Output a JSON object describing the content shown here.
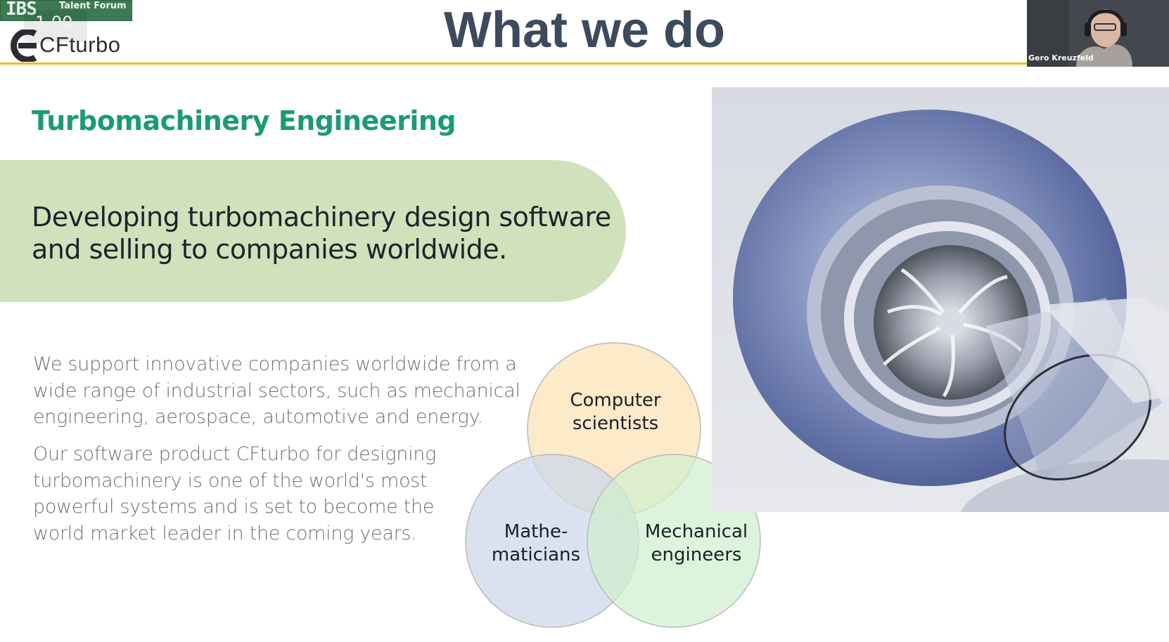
{
  "overlay": {
    "ibs_logo_text": "IBS",
    "ibs_subtitle": "Talent Forum",
    "zoom_level": "1.00"
  },
  "header": {
    "logo_text": "CFturbo",
    "title": "What we do"
  },
  "webcam": {
    "participant_name": "Gero Kreuzfeld"
  },
  "content": {
    "section_heading": "Turbomachinery Engineering",
    "banner_text": "Developing turbomachinery design software and selling to companies worldwide.",
    "paragraph_1": "We support innovative companies worldwide from a wide range of industrial sectors, such as mechanical engineering, aerospace, automotive and energy.",
    "paragraph_2": "Our software product CFturbo for designing turbomachinery is one of the world's most powerful systems and is set to become the world market leader in the coming years."
  },
  "venn": {
    "circle_top_label_1": "Computer",
    "circle_top_label_2": "scientists",
    "circle_left_label_1": "Mathe-",
    "circle_left_label_2": "maticians",
    "circle_right_label_1": "Mechanical",
    "circle_right_label_2": "engineers",
    "colors": {
      "top": "#fbe6c0",
      "left": "#cdd8ea",
      "right": "#cff0cd",
      "stroke": "#b9b9b9"
    }
  },
  "colors": {
    "title": "#3d4a5d",
    "accent_rule": "#f2b81f",
    "section_heading": "#1c9a76",
    "banner": "#cfe2bc"
  }
}
